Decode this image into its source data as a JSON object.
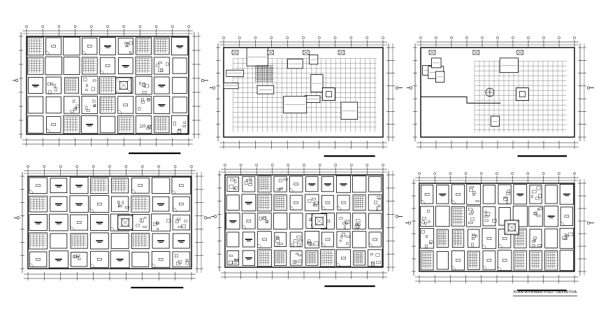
{
  "drawing": {
    "caption": "PLANTA PRIMER PISO - DEFINITIVA",
    "line_color": "#000000",
    "background": "#ffffff",
    "sheet_count": 6,
    "sheets": [
      {
        "name": "plan-top-left",
        "style": "rooms"
      },
      {
        "name": "plan-top-middle",
        "style": "grid"
      },
      {
        "name": "plan-top-right",
        "style": "grid-open"
      },
      {
        "name": "plan-bottom-left",
        "style": "rooms"
      },
      {
        "name": "plan-bottom-middle",
        "style": "rooms"
      },
      {
        "name": "plan-bottom-right",
        "style": "rooms"
      }
    ]
  }
}
